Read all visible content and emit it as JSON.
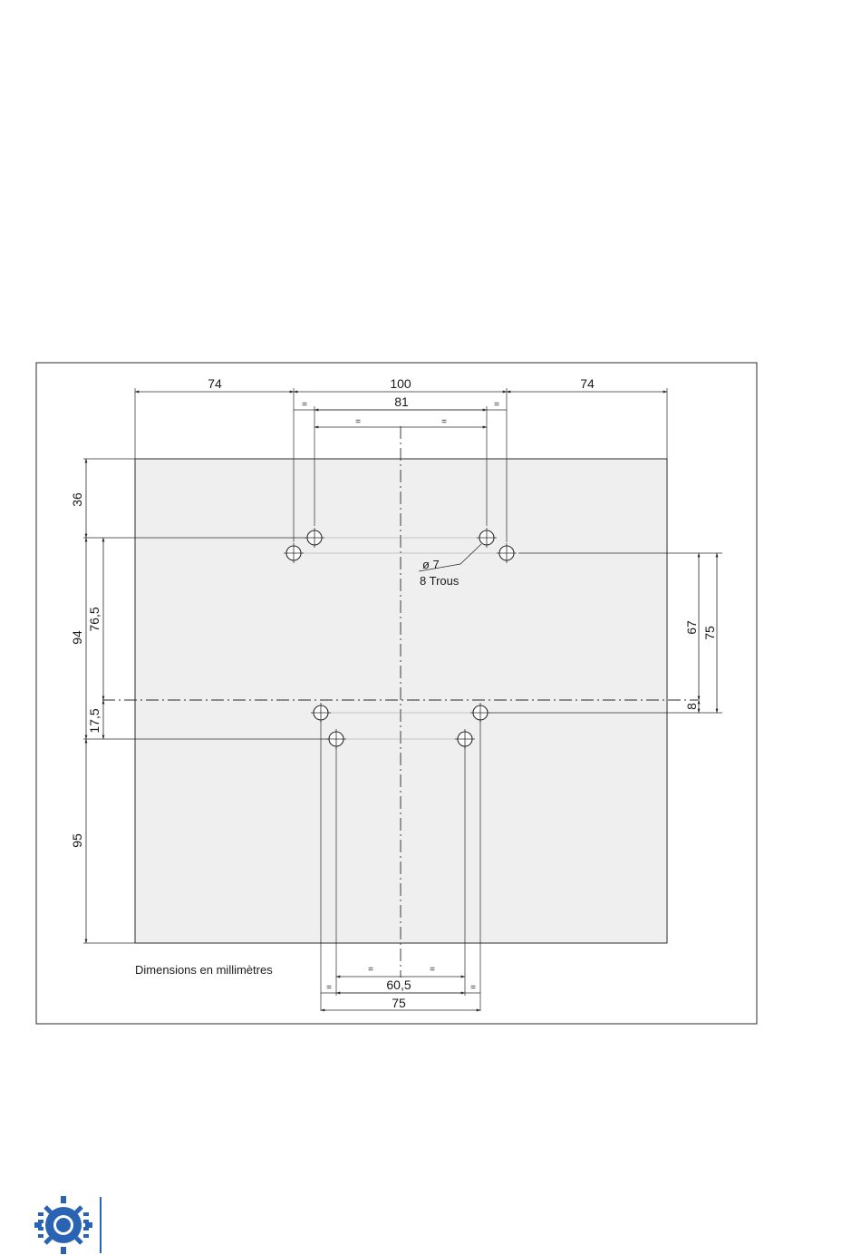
{
  "figure": {
    "note": "Dimensions en millimètres",
    "hole_label": "ø 7",
    "hole_count_label": "8 Trous",
    "equal_mark": "="
  },
  "dimensions": {
    "top_left": "74",
    "top_middle": "100",
    "top_right": "74",
    "top_inner": "81",
    "left_36": "36",
    "left_94": "94",
    "left_76_5": "76,5",
    "left_17_5": "17,5",
    "left_95": "95",
    "right_67": "67",
    "right_75": "75",
    "right_8": "8",
    "bottom_inner": "60,5",
    "bottom_outer": "75"
  },
  "colors": {
    "panel_fill": "#efefef",
    "line": "#2b2b2b",
    "logo_blue": "#2a63b4"
  },
  "logo": {
    "icon": "gear-logo-icon"
  }
}
